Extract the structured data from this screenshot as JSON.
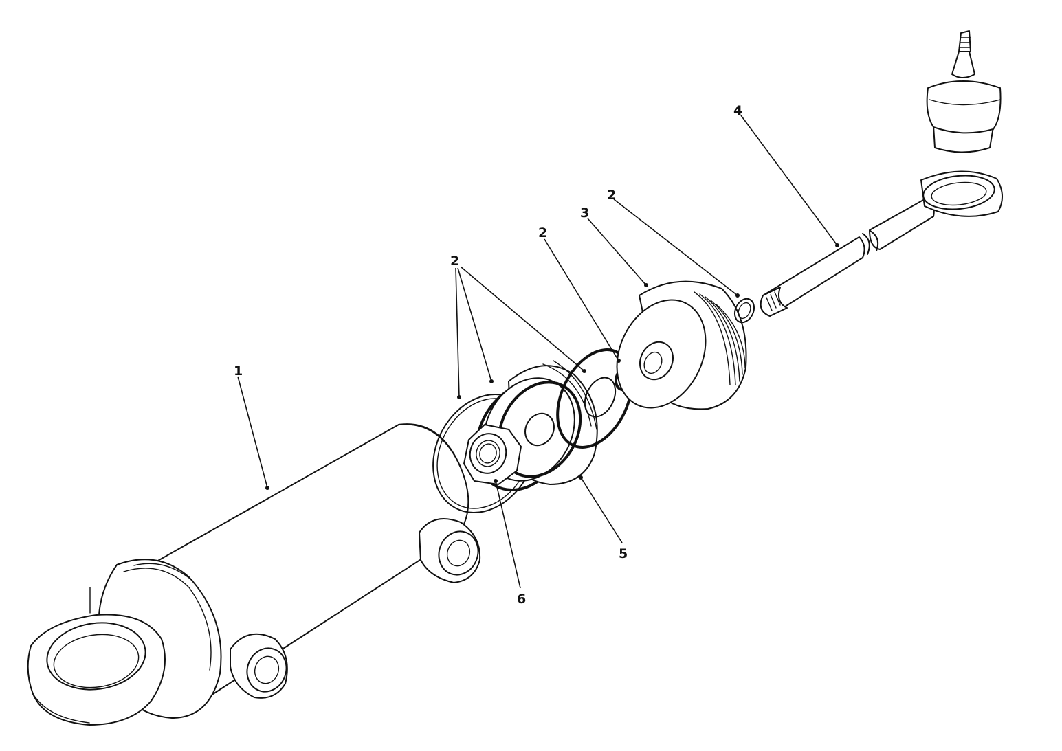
{
  "callouts": {
    "c1": "1",
    "c2a": "2",
    "c2b": "2",
    "c2c": "2",
    "c3": "3",
    "c4": "4",
    "c5": "5",
    "c6": "6"
  },
  "colors": {
    "line": "#111111",
    "background": "#ffffff"
  }
}
